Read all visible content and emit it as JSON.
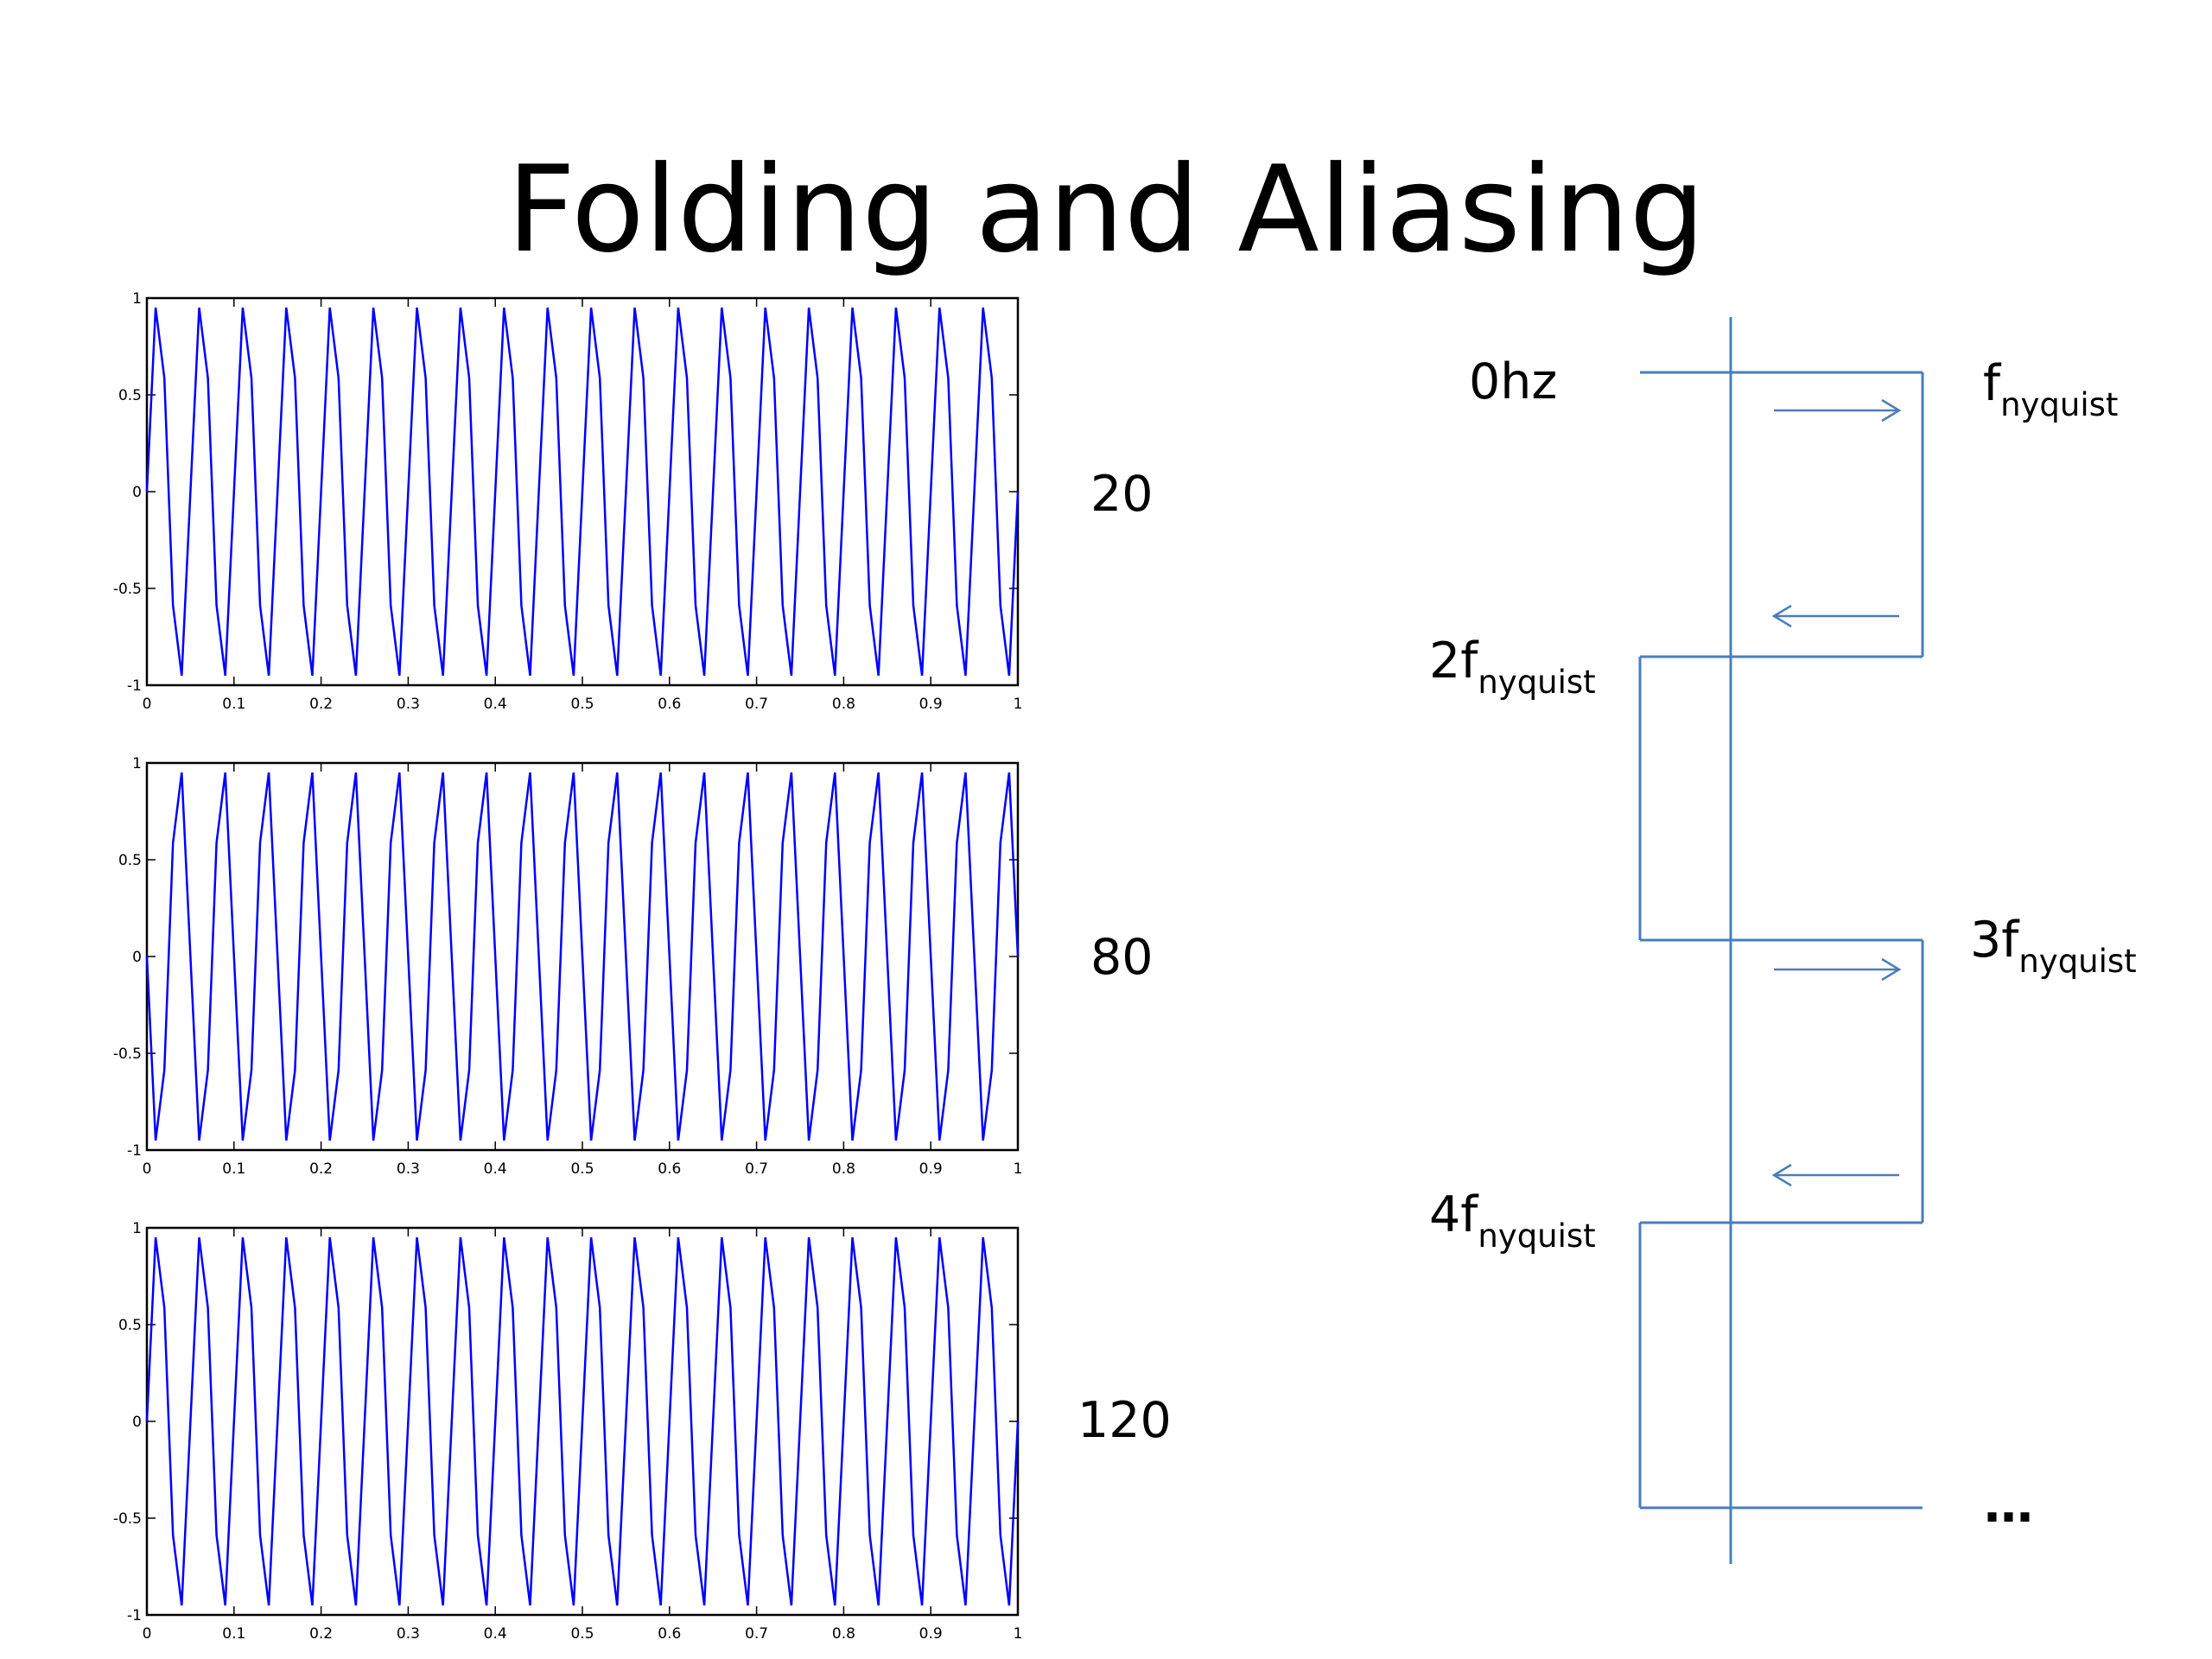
{
  "title": "Folding and Aliasing",
  "chart_data": [
    {
      "type": "line",
      "label": "20",
      "sample_points": 100,
      "cycles": 20,
      "xlim": [
        0,
        1
      ],
      "ylim": [
        -1,
        1
      ],
      "xticks": [
        "0",
        "0.1",
        "0.2",
        "0.3",
        "0.4",
        "0.5",
        "0.6",
        "0.7",
        "0.8",
        "0.9",
        "1"
      ],
      "yticks": [
        "1",
        "0.5",
        "0",
        "-0.5",
        "-1"
      ],
      "series_color": "#0000ff",
      "phase": 1
    },
    {
      "type": "line",
      "label": "80",
      "sample_points": 100,
      "cycles": 20,
      "xlim": [
        0,
        1
      ],
      "ylim": [
        -1,
        1
      ],
      "xticks": [
        "0",
        "0.1",
        "0.2",
        "0.3",
        "0.4",
        "0.5",
        "0.6",
        "0.7",
        "0.8",
        "0.9",
        "1"
      ],
      "yticks": [
        "1",
        "0.5",
        "0",
        "-0.5",
        "-1"
      ],
      "series_color": "#0000ff",
      "phase": -1
    },
    {
      "type": "line",
      "label": "120",
      "sample_points": 100,
      "cycles": 20,
      "xlim": [
        0,
        1
      ],
      "ylim": [
        -1,
        1
      ],
      "xticks": [
        "0",
        "0.1",
        "0.2",
        "0.3",
        "0.4",
        "0.5",
        "0.6",
        "0.7",
        "0.8",
        "0.9",
        "1"
      ],
      "yticks": [
        "1",
        "0.5",
        "0",
        "-0.5",
        "-1"
      ],
      "series_color": "#0000ff",
      "phase": 1
    }
  ],
  "folding": {
    "line_color": "#4a7ebb",
    "labels": {
      "zero": "0hz",
      "f1_main": "f",
      "f1_sub": "nyquist",
      "f2_main": "2f",
      "f2_sub": "nyquist",
      "f3_main": "3f",
      "f3_sub": "nyquist",
      "f4_main": "4f",
      "f4_sub": "nyquist",
      "ellipsis": "…"
    }
  }
}
